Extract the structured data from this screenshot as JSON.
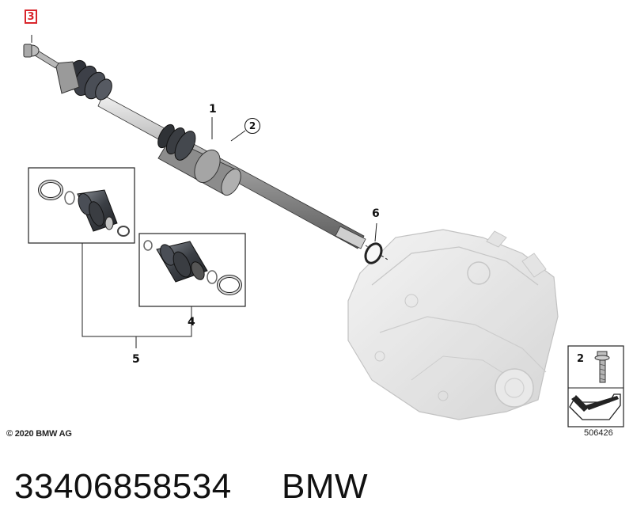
{
  "callouts": {
    "shaft": "1",
    "clip": "2",
    "boxed_bolt": "3",
    "outer_kit": "4",
    "boot_kit": "5",
    "seal": "6"
  },
  "legend": {
    "bolt_number": "2"
  },
  "footer": {
    "copyright": "© 2020 BMW AG",
    "drawing_number": "506426",
    "part_number": "33406858534",
    "brand": "BMW"
  },
  "colors": {
    "highlight_box": "#d9262c",
    "line_art": "#1a1a1a",
    "gearbox_shade": "#dcdcdc"
  },
  "icons": {
    "legend_arrow": "direction-arrow-icon"
  }
}
